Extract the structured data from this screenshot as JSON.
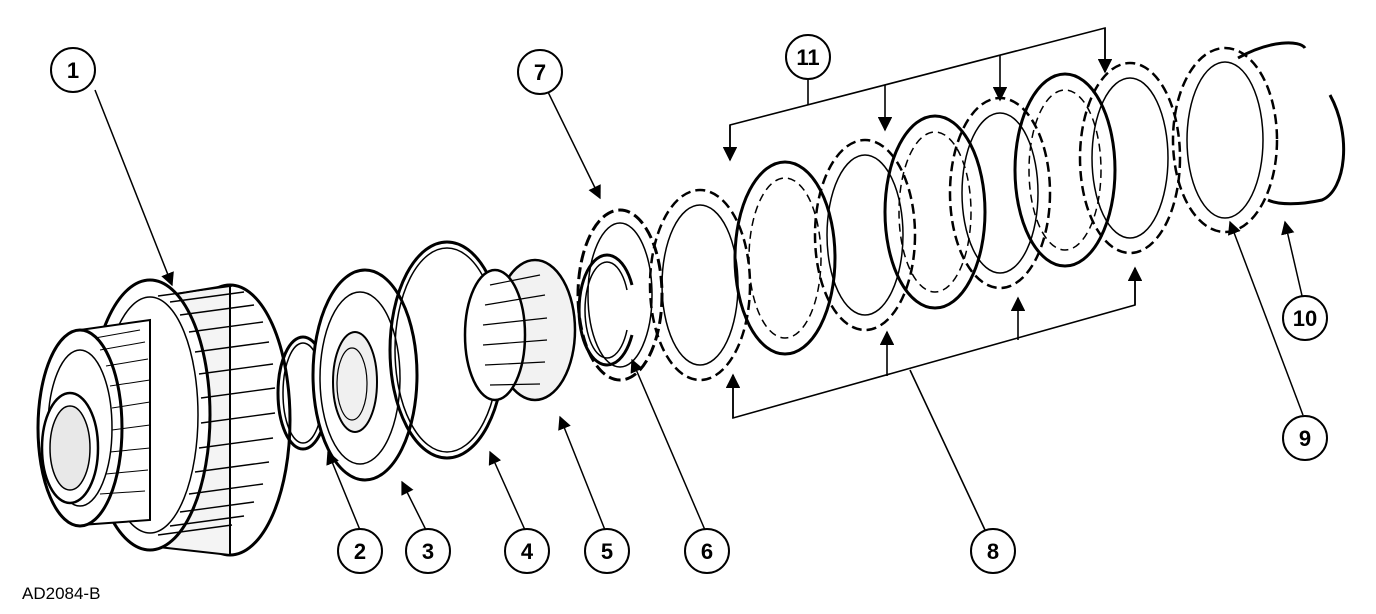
{
  "figure_id": "AD2084-B",
  "callouts": [
    {
      "label": "1"
    },
    {
      "label": "2"
    },
    {
      "label": "3"
    },
    {
      "label": "4"
    },
    {
      "label": "5"
    },
    {
      "label": "6"
    },
    {
      "label": "7"
    },
    {
      "label": "8"
    },
    {
      "label": "9"
    },
    {
      "label": "10"
    },
    {
      "label": "11"
    }
  ]
}
